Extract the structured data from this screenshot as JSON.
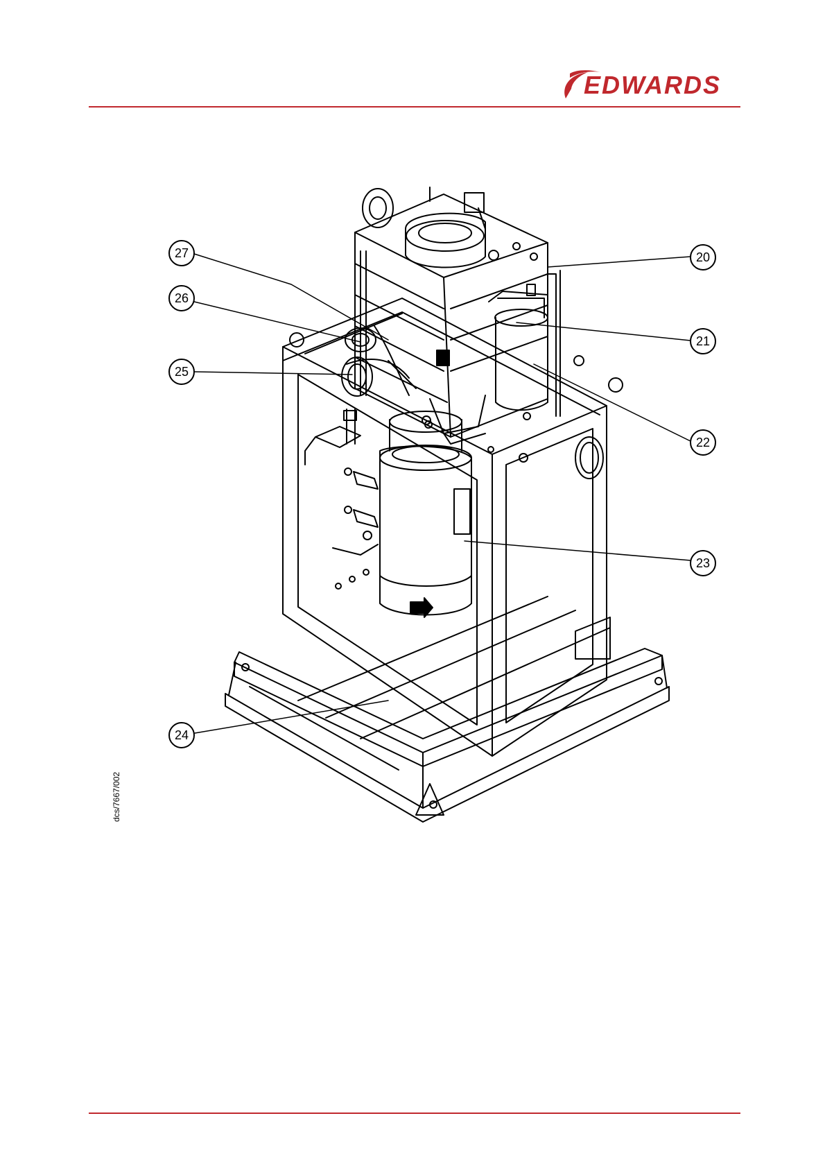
{
  "header": {
    "logo_text": "EDWARDS",
    "brand_color": "#c0282d"
  },
  "figure": {
    "reference": "dcs/7667/002",
    "callouts": [
      "20",
      "21",
      "22",
      "23",
      "24",
      "25",
      "26",
      "27"
    ]
  }
}
